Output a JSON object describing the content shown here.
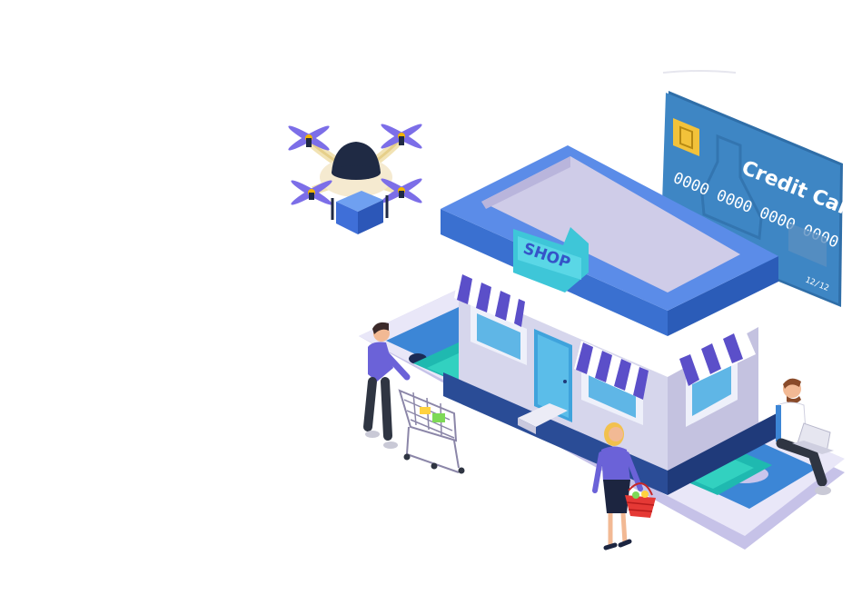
{
  "shop_sign": {
    "text": "SHOP"
  },
  "credit_card": {
    "label": "Credit Card",
    "number": "0000 0000 0000 0000",
    "expiry": "12/12"
  },
  "colors": {
    "phone_body": "#dcd9f2",
    "phone_screen": "#3a7fd0",
    "shop_wall": "#e8eaf6",
    "shop_roof": "#4a7bdc",
    "roof_top": "#d8d5ee",
    "awning_stripe": "#5b4fc9",
    "card_blue": "#3e86c4",
    "drone_body": "#1f2a44",
    "drone_arm": "#7c6ee8",
    "parcel": "#4477e0"
  },
  "icons": [
    "drone-icon",
    "parcel-icon",
    "shopping-cart-icon",
    "laptop-icon",
    "shopping-basket-icon",
    "chip-icon"
  ]
}
